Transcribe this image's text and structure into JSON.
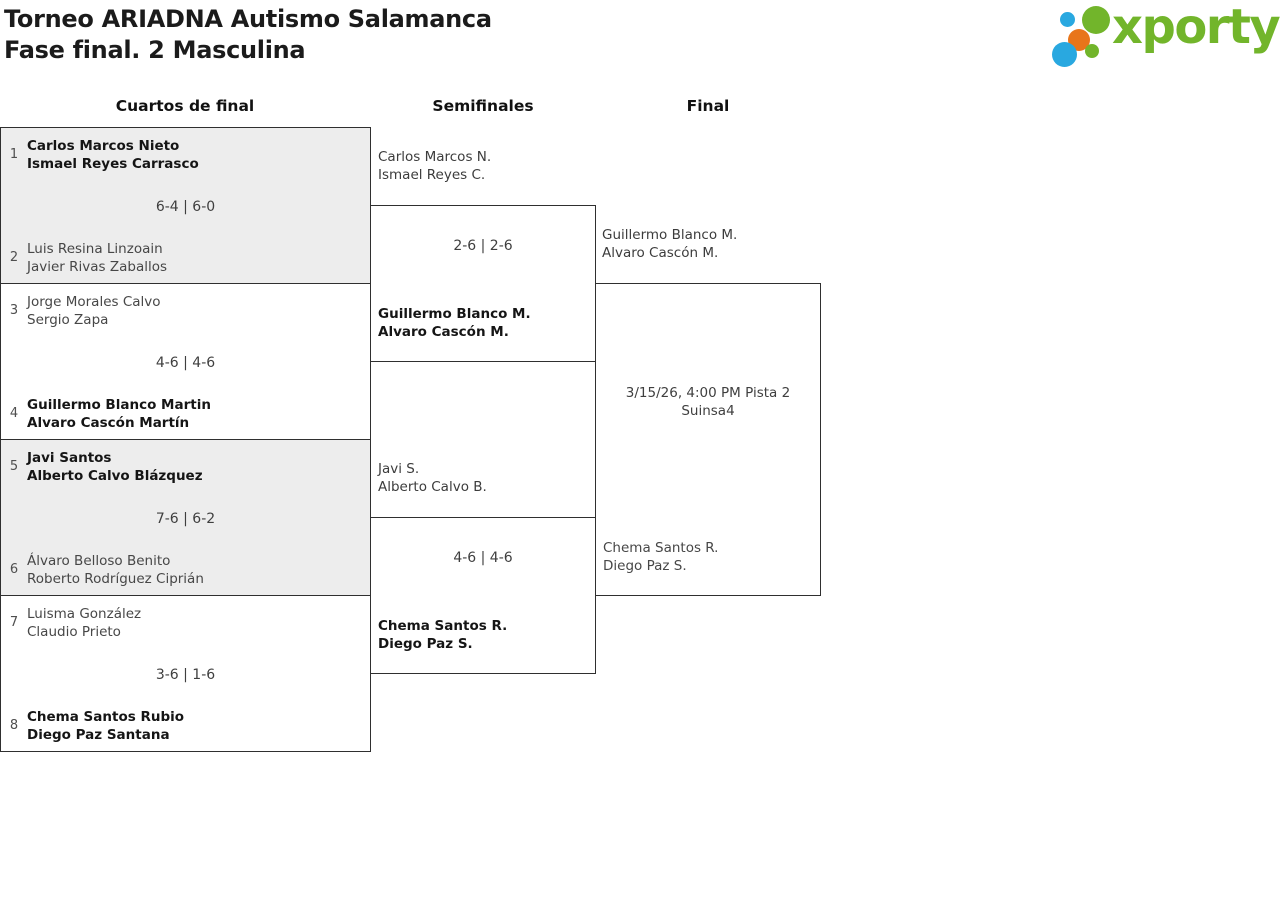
{
  "title": {
    "line1": "Torneo ARIADNA Autismo Salamanca",
    "line2": "Fase final. 2 Masculina"
  },
  "logo": {
    "text": "xporty",
    "colors": {
      "green": "#72b52b",
      "blue": "#29a8e0",
      "orange": "#e8751a"
    }
  },
  "rounds": [
    {
      "label": "Cuartos de final"
    },
    {
      "label": "Semifinales"
    },
    {
      "label": "Final"
    }
  ],
  "bracket": {
    "quarterfinals": [
      {
        "seed1": "1",
        "seed2": "2",
        "team1": {
          "players": [
            "Carlos Marcos Nieto",
            "Ismael Reyes Carrasco"
          ]
        },
        "team2": {
          "players": [
            "Luis Resina Linzoain",
            "Javier Rivas Zaballos"
          ]
        },
        "score": "6-4 | 6-0",
        "winner": "team1"
      },
      {
        "seed1": "3",
        "seed2": "4",
        "team1": {
          "players": [
            "Jorge Morales Calvo",
            "Sergio Zapa"
          ]
        },
        "team2": {
          "players": [
            "Guillermo Blanco Martin",
            "Alvaro Cascón Martín"
          ]
        },
        "score": "4-6 | 4-6",
        "winner": "team2"
      },
      {
        "seed1": "5",
        "seed2": "6",
        "team1": {
          "players": [
            "Javi Santos",
            "Alberto Calvo Blázquez"
          ]
        },
        "team2": {
          "players": [
            "Álvaro Belloso Benito",
            "Roberto Rodríguez Ciprián"
          ]
        },
        "score": "7-6 | 6-2",
        "winner": "team1"
      },
      {
        "seed1": "7",
        "seed2": "8",
        "team1": {
          "players": [
            "Luisma González",
            "Claudio Prieto"
          ]
        },
        "team2": {
          "players": [
            "Chema Santos Rubio",
            "Diego Paz Santana"
          ]
        },
        "score": "3-6 | 1-6",
        "winner": "team2"
      }
    ],
    "semifinals": [
      {
        "team1": {
          "players": [
            "Carlos Marcos N.",
            "Ismael Reyes C."
          ]
        },
        "team2": {
          "players": [
            "Guillermo Blanco M.",
            "Alvaro Cascón M."
          ]
        },
        "score": "2-6 | 2-6",
        "winner": "team2"
      },
      {
        "team1": {
          "players": [
            "Javi S.",
            "Alberto Calvo B."
          ]
        },
        "team2": {
          "players": [
            "Chema Santos R.",
            "Diego Paz S."
          ]
        },
        "score": "4-6 | 4-6",
        "winner": "team2"
      }
    ],
    "final": {
      "team1": {
        "players": [
          "Guillermo Blanco M.",
          "Alvaro Cascón M."
        ]
      },
      "team2": {
        "players": [
          "Chema Santos R.",
          "Diego Paz S."
        ]
      },
      "schedule": {
        "line1": "3/15/26, 4:00 PM Pista 2",
        "line2": "Suinsa4"
      }
    }
  }
}
